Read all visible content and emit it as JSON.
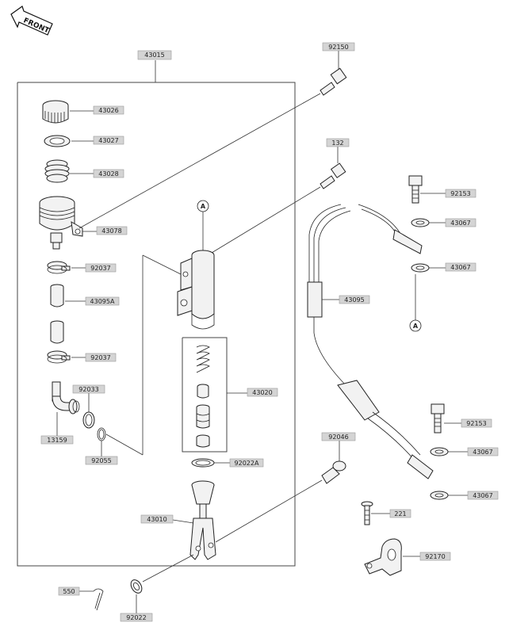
{
  "front_label": "FRONT",
  "callouts": {
    "p43015": "43015",
    "p92150": "92150",
    "p132": "132",
    "p43026": "43026",
    "p43027": "43027",
    "p43028": "43028",
    "p43078": "43078",
    "p92037a": "92037",
    "p43095A": "43095A",
    "p92037b": "92037",
    "p92033": "92033",
    "p13159": "13159",
    "p92055": "92055",
    "p43020": "43020",
    "p92022A": "92022A",
    "p43010": "43010",
    "p92046": "92046",
    "p550": "550",
    "p92022": "92022",
    "p92153a": "92153",
    "p43067a": "43067",
    "p43067b": "43067",
    "p43095": "43095",
    "p92153b": "92153",
    "p43067c": "43067",
    "p43067d": "43067",
    "p221": "221",
    "p92170": "92170"
  },
  "ref_marks": {
    "a1": "A",
    "a2": "A"
  }
}
